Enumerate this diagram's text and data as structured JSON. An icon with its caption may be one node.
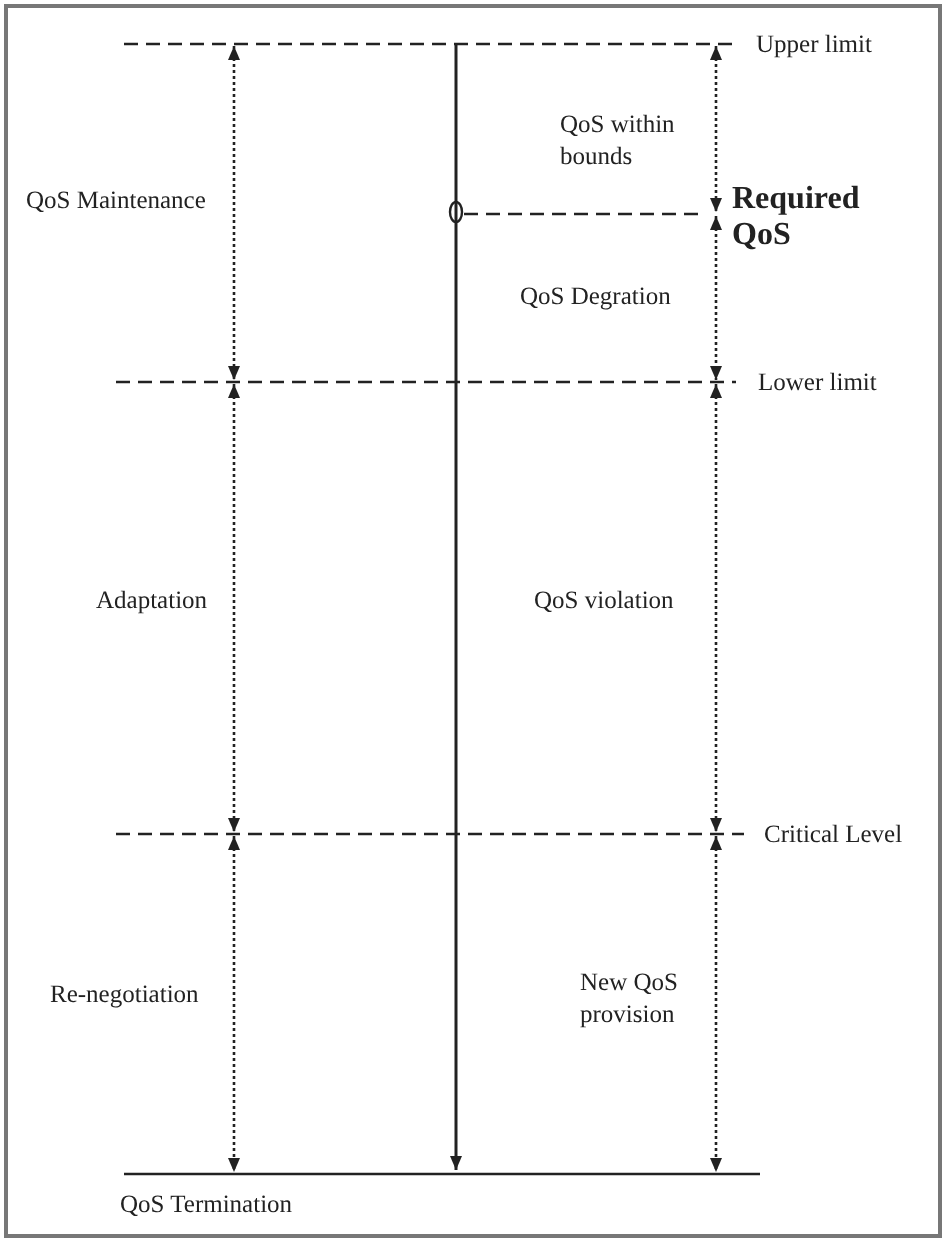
{
  "diagram": {
    "labels": [
      "Upper limit",
      "QoS within bounds",
      "QoS Maintenance",
      "Required QoS",
      "QoS Degration",
      "Lower limit",
      "Adaptation",
      "QoS violation",
      "Critical Level",
      "Re-negotiation",
      "New QoS provision",
      "QoS Termination"
    ]
  }
}
